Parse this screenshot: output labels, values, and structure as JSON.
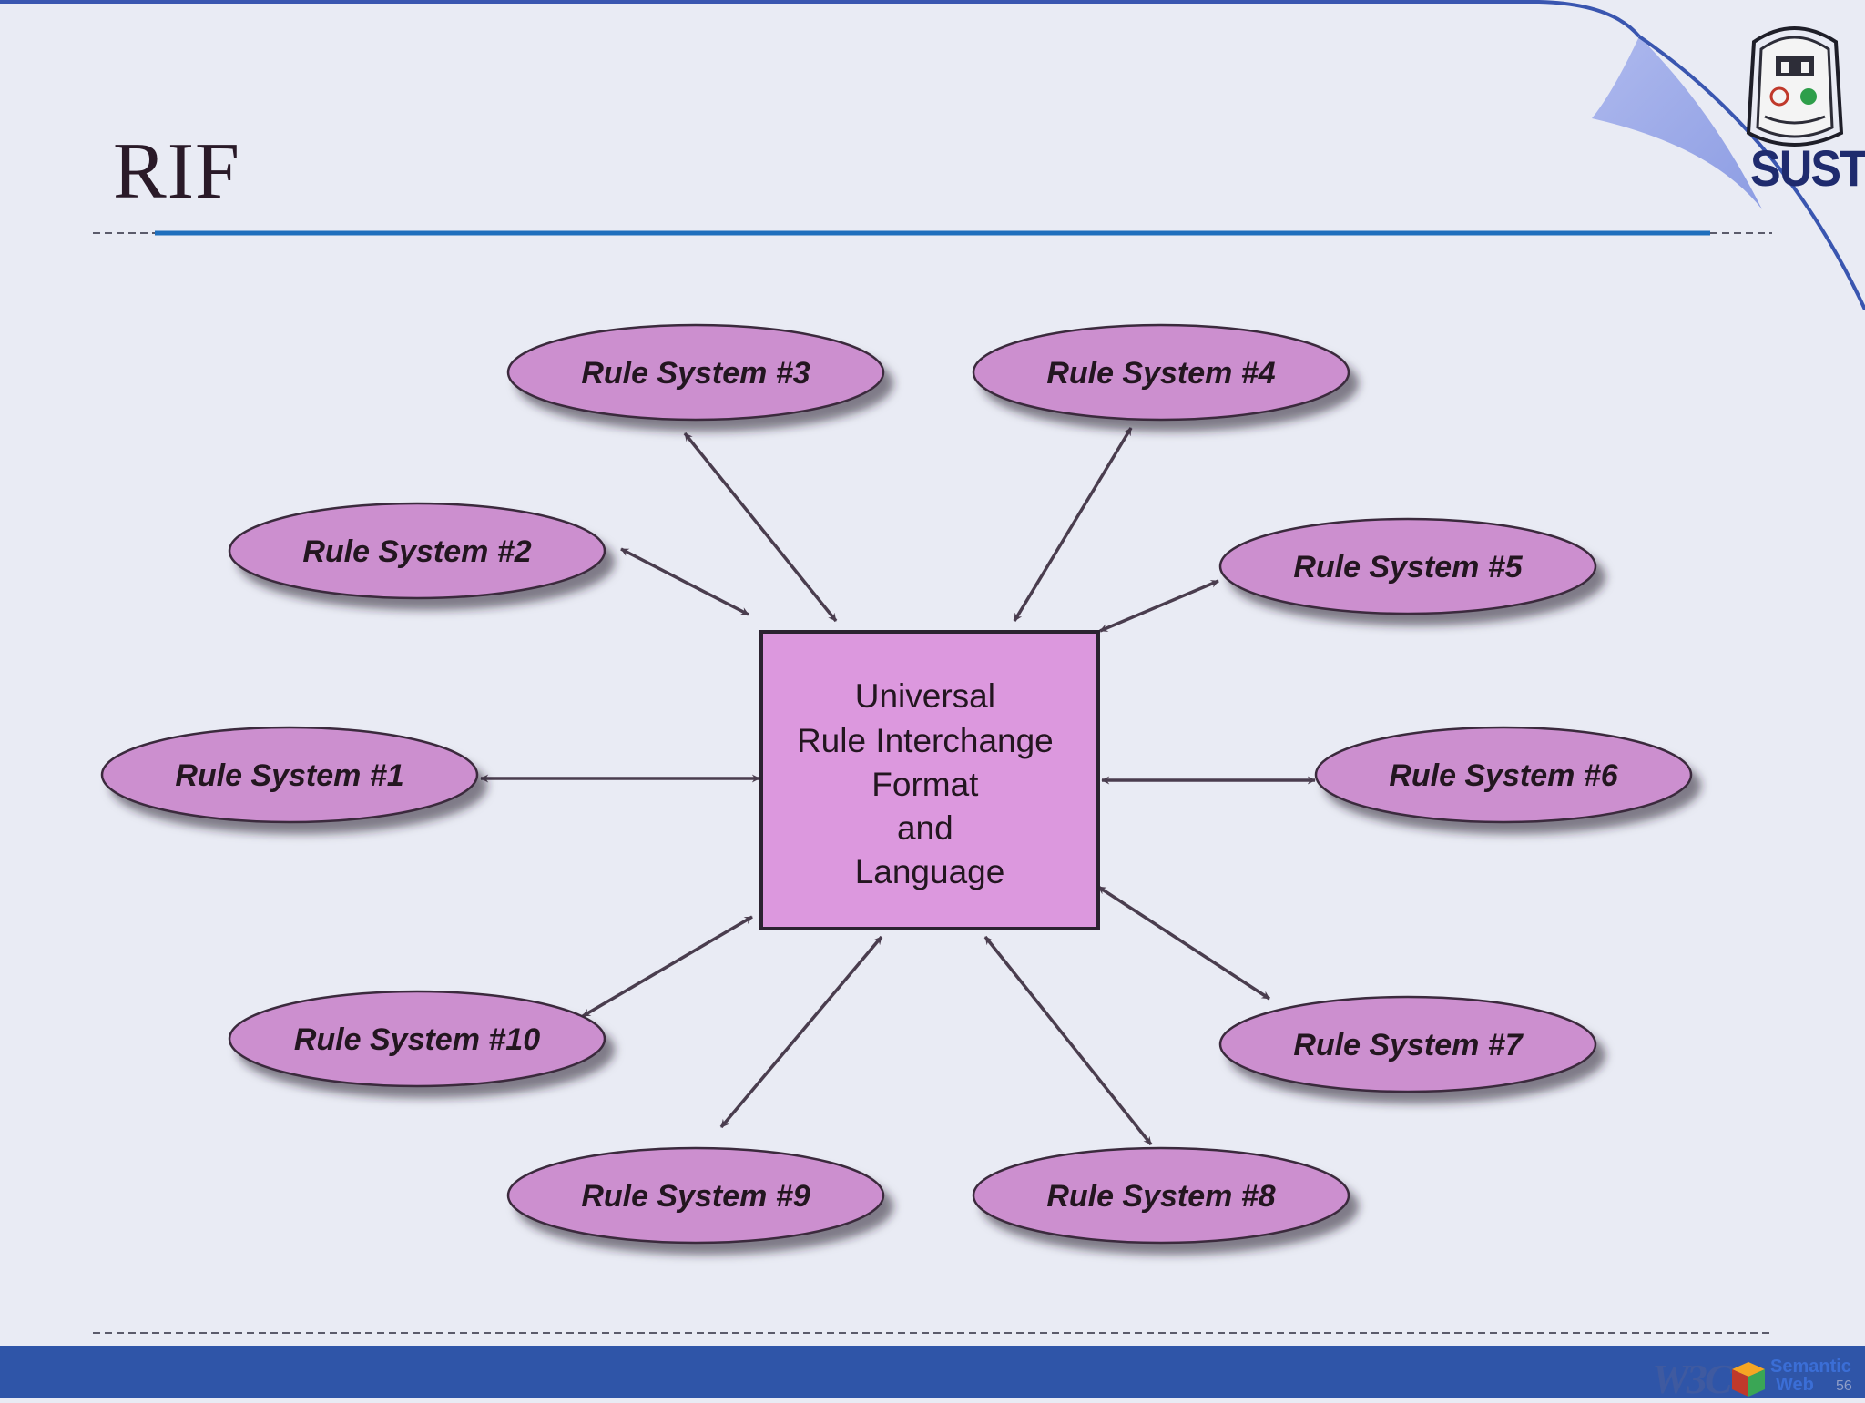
{
  "slide": {
    "title": "RIF",
    "logo_text": "SUST",
    "footer": {
      "w3c_logo_text": "W3C",
      "semantic_web_line1": "Semantic",
      "semantic_web_line2": "Web",
      "page_number": "56"
    }
  },
  "diagram": {
    "center": {
      "lines": [
        "Universal",
        "Rule Interchange",
        "Format",
        "and",
        "Language"
      ]
    },
    "nodes": [
      {
        "id": "rs1",
        "label": "Rule System #1"
      },
      {
        "id": "rs2",
        "label": "Rule System #2"
      },
      {
        "id": "rs3",
        "label": "Rule System #3"
      },
      {
        "id": "rs4",
        "label": "Rule System #4"
      },
      {
        "id": "rs5",
        "label": "Rule System #5"
      },
      {
        "id": "rs6",
        "label": "Rule System #6"
      },
      {
        "id": "rs7",
        "label": "Rule System #7"
      },
      {
        "id": "rs8",
        "label": "Rule System #8"
      },
      {
        "id": "rs9",
        "label": "Rule System #9"
      },
      {
        "id": "rs10",
        "label": "Rule System #10"
      }
    ],
    "edges": [
      {
        "from": "center",
        "to": "rs1",
        "direction": "both"
      },
      {
        "from": "center",
        "to": "rs2",
        "direction": "both"
      },
      {
        "from": "center",
        "to": "rs3",
        "direction": "both"
      },
      {
        "from": "center",
        "to": "rs4",
        "direction": "both"
      },
      {
        "from": "center",
        "to": "rs5",
        "direction": "both"
      },
      {
        "from": "center",
        "to": "rs6",
        "direction": "both"
      },
      {
        "from": "center",
        "to": "rs7",
        "direction": "both"
      },
      {
        "from": "center",
        "to": "rs8",
        "direction": "both"
      },
      {
        "from": "center",
        "to": "rs9",
        "direction": "both"
      },
      {
        "from": "center",
        "to": "rs10",
        "direction": "both"
      }
    ],
    "colors": {
      "node_fill": "#cc8fcf",
      "center_fill": "#dc98de",
      "arrow": "#4a3d4e",
      "title_rule": "#1f6fbd",
      "footer_bar": "#2f55a8"
    }
  }
}
